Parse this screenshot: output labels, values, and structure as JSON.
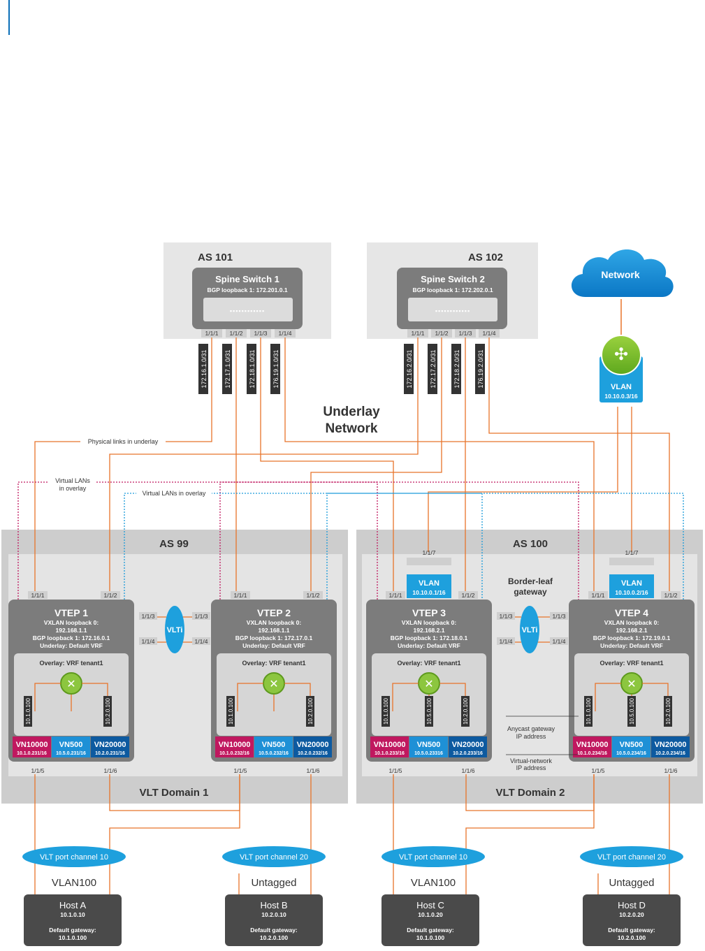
{
  "spines": [
    {
      "as": "AS 101",
      "name": "Spine Switch 1",
      "bgp": "BGP loopback 1: 172.201.0.1",
      "ports": [
        "1/1/1",
        "1/1/2",
        "1/1/3",
        "1/1/4"
      ],
      "links": [
        "172.16.1.0/31",
        "172.17.1.0/31",
        "172.18.1.0/31",
        "176.19.1.0/31"
      ]
    },
    {
      "as": "AS 102",
      "name": "Spine Switch 2",
      "bgp": "BGP loopback 1: 172.202.0.1",
      "ports": [
        "1/1/1",
        "1/1/2",
        "1/1/3",
        "1/1/4"
      ],
      "links": [
        "172.16.2.0/31",
        "172.17.2.0/31",
        "172.18.2.0/31",
        "176.19.2.0/31"
      ]
    }
  ],
  "network": {
    "cloud": "Network",
    "router_vlan": "VLAN",
    "router_ip": "10.10.0.3/16"
  },
  "labels": {
    "underlay_1": "Underlay",
    "underlay_2": "Network",
    "physical_links": "Physical links in underlay",
    "virtual_lans_1": "Virtual LANs",
    "virtual_lans_2": "in overlay",
    "virtual_lans_full": "Virtual LANs in overlay",
    "border_leaf_1": "Border-leaf",
    "border_leaf_2": "gateway",
    "anycast_1": "Anycast gateway",
    "anycast_2": "IP address",
    "virtual_net_1": "Virtual-network",
    "virtual_net_2": "IP address"
  },
  "domains": [
    {
      "as": "AS 99",
      "name": "VLT Domain 1"
    },
    {
      "as": "AS 100",
      "name": "VLT Domain 2"
    }
  ],
  "vteps": [
    {
      "name": "VTEP 1",
      "vx": "VXLAN loopback 0:",
      "vxip": "192.168.1.1",
      "bgp": "BGP loopback 1: 172.16.0.1",
      "under": "Underlay: Default VRF",
      "overlay": "Overlay: VRF tenant1",
      "vn": [
        {
          "n": "VN10000",
          "ip": "10.1.0.231/16"
        },
        {
          "n": "VN500",
          "ip": "10.5.0.231/16"
        },
        {
          "n": "VN20000",
          "ip": "10.2.0.231/16"
        }
      ],
      "vert": [
        "10.1.0.100",
        "10.2.0.100"
      ],
      "up": [
        "1/1/1",
        "1/1/2"
      ],
      "down": [
        "1/1/5",
        "1/1/6"
      ],
      "side": [
        "1/1/3",
        "1/1/4"
      ]
    },
    {
      "name": "VTEP 2",
      "vx": "VXLAN loopback 0:",
      "vxip": "192.168.1.1",
      "bgp": "BGP loopback 1: 172.17.0.1",
      "under": "Underlay: Default VRF",
      "overlay": "Overlay: VRF tenant1",
      "vn": [
        {
          "n": "VN10000",
          "ip": "10.1.0.232/16"
        },
        {
          "n": "VN500",
          "ip": "10.5.0.232/16"
        },
        {
          "n": "VN20000",
          "ip": "10.2.0.232/16"
        }
      ],
      "vert": [
        "10.1.0.100",
        "10.2.0.100"
      ],
      "up": [
        "1/1/1",
        "1/1/2"
      ],
      "down": [
        "1/1/5",
        "1/1/6"
      ],
      "side": [
        "1/1/3",
        "1/1/4"
      ]
    },
    {
      "name": "VTEP 3",
      "vx": "VXLAN loopback 0:",
      "vxip": "192.168.2.1",
      "bgp": "BGP loopback 1: 172.18.0.1",
      "under": "Underlay: Default VRF",
      "overlay": "Overlay: VRF tenant1",
      "vn": [
        {
          "n": "VN10000",
          "ip": "10.1.0.233/16"
        },
        {
          "n": "VN500",
          "ip": "10.5.0.23316"
        },
        {
          "n": "VN20000",
          "ip": "10.2.0.233/16"
        }
      ],
      "vert": [
        "10.1.0.100",
        "10.5.0.100",
        "10.2.0.100"
      ],
      "up": [
        "1/1/1",
        "1/1/2"
      ],
      "down": [
        "1/1/5",
        "1/1/6"
      ],
      "side": [
        "1/1/3",
        "1/1/4"
      ],
      "vlan_port": "1/1/7",
      "vlan": "VLAN",
      "vlan_ip": "10.10.0.1/16"
    },
    {
      "name": "VTEP 4",
      "vx": "VXLAN loopback 0:",
      "vxip": "192.168.2.1",
      "bgp": "BGP loopback 1: 172.19.0.1",
      "under": "Underlay: Default VRF",
      "overlay": "Overlay: VRF tenant1",
      "vn": [
        {
          "n": "VN10000",
          "ip": "10.1.0.234/16"
        },
        {
          "n": "VN500",
          "ip": "10.5.0.234/16"
        },
        {
          "n": "VN20000",
          "ip": "10.2.0.234/16"
        }
      ],
      "vert": [
        "10.1.0.100",
        "10.5.0.100",
        "10.2.0.100"
      ],
      "up": [
        "1/1/1",
        "1/1/2"
      ],
      "down": [
        "1/1/5",
        "1/1/6"
      ],
      "side": [
        "1/1/3",
        "1/1/4"
      ],
      "vlan_port": "1/1/7",
      "vlan": "VLAN",
      "vlan_ip": "10.10.0.2/16"
    }
  ],
  "vlti": "VLTi",
  "port_channels": [
    "VLT port channel 10",
    "VLT port channel 20",
    "VLT port channel 10",
    "VLT port channel 20"
  ],
  "vlan_tags": [
    "VLAN100",
    "Untagged",
    "VLAN100",
    "Untagged"
  ],
  "hosts": [
    {
      "name": "Host A",
      "ip": "10.1.0.10",
      "gw": "Default gateway:",
      "gwip": "10.1.0.100"
    },
    {
      "name": "Host B",
      "ip": "10.2.0.10",
      "gw": "Default gateway:",
      "gwip": "10.2.0.100"
    },
    {
      "name": "Host C",
      "ip": "10.1.0.20",
      "gw": "Default gateway:",
      "gwip": "10.1.0.100"
    },
    {
      "name": "Host D",
      "ip": "10.2.0.20",
      "gw": "Default gateway:",
      "gwip": "10.2.0.100"
    }
  ],
  "colors": {
    "orange": "#e8742a",
    "magenta": "#c0185f",
    "blue": "#1e90d6",
    "navy": "#0d5aa0",
    "dotblue": "#1a9ad9",
    "dotred": "#c0185f"
  }
}
